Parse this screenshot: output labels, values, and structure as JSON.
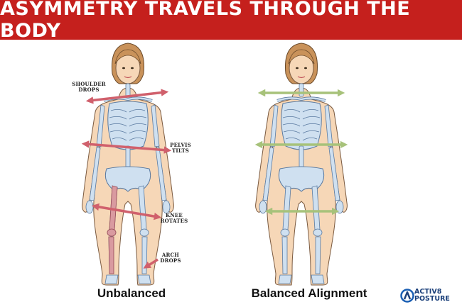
{
  "banner": {
    "title": "ASYMMETRY TRAVELS THROUGH THE BODY"
  },
  "colors": {
    "banner": "#c5201d",
    "bone": "#cfe0f0",
    "skin": "#f6d7b7",
    "hair": "#c9925a",
    "red_arrow": "#d0606c",
    "green_arrow": "#a7c27a"
  },
  "left_figure": {
    "caption": "Unbalanced",
    "labels": {
      "shoulder": [
        "SHOULDER",
        "DROPS"
      ],
      "pelvis": [
        "PELVIS",
        "TILTS"
      ],
      "knee": [
        "KNEE",
        "ROTATES"
      ],
      "arch": [
        "ARCH",
        "DROPS"
      ]
    }
  },
  "right_figure": {
    "caption": "Balanced Alignment"
  },
  "logo": {
    "line1": "ACTIV8",
    "line2": "POSTURE"
  }
}
